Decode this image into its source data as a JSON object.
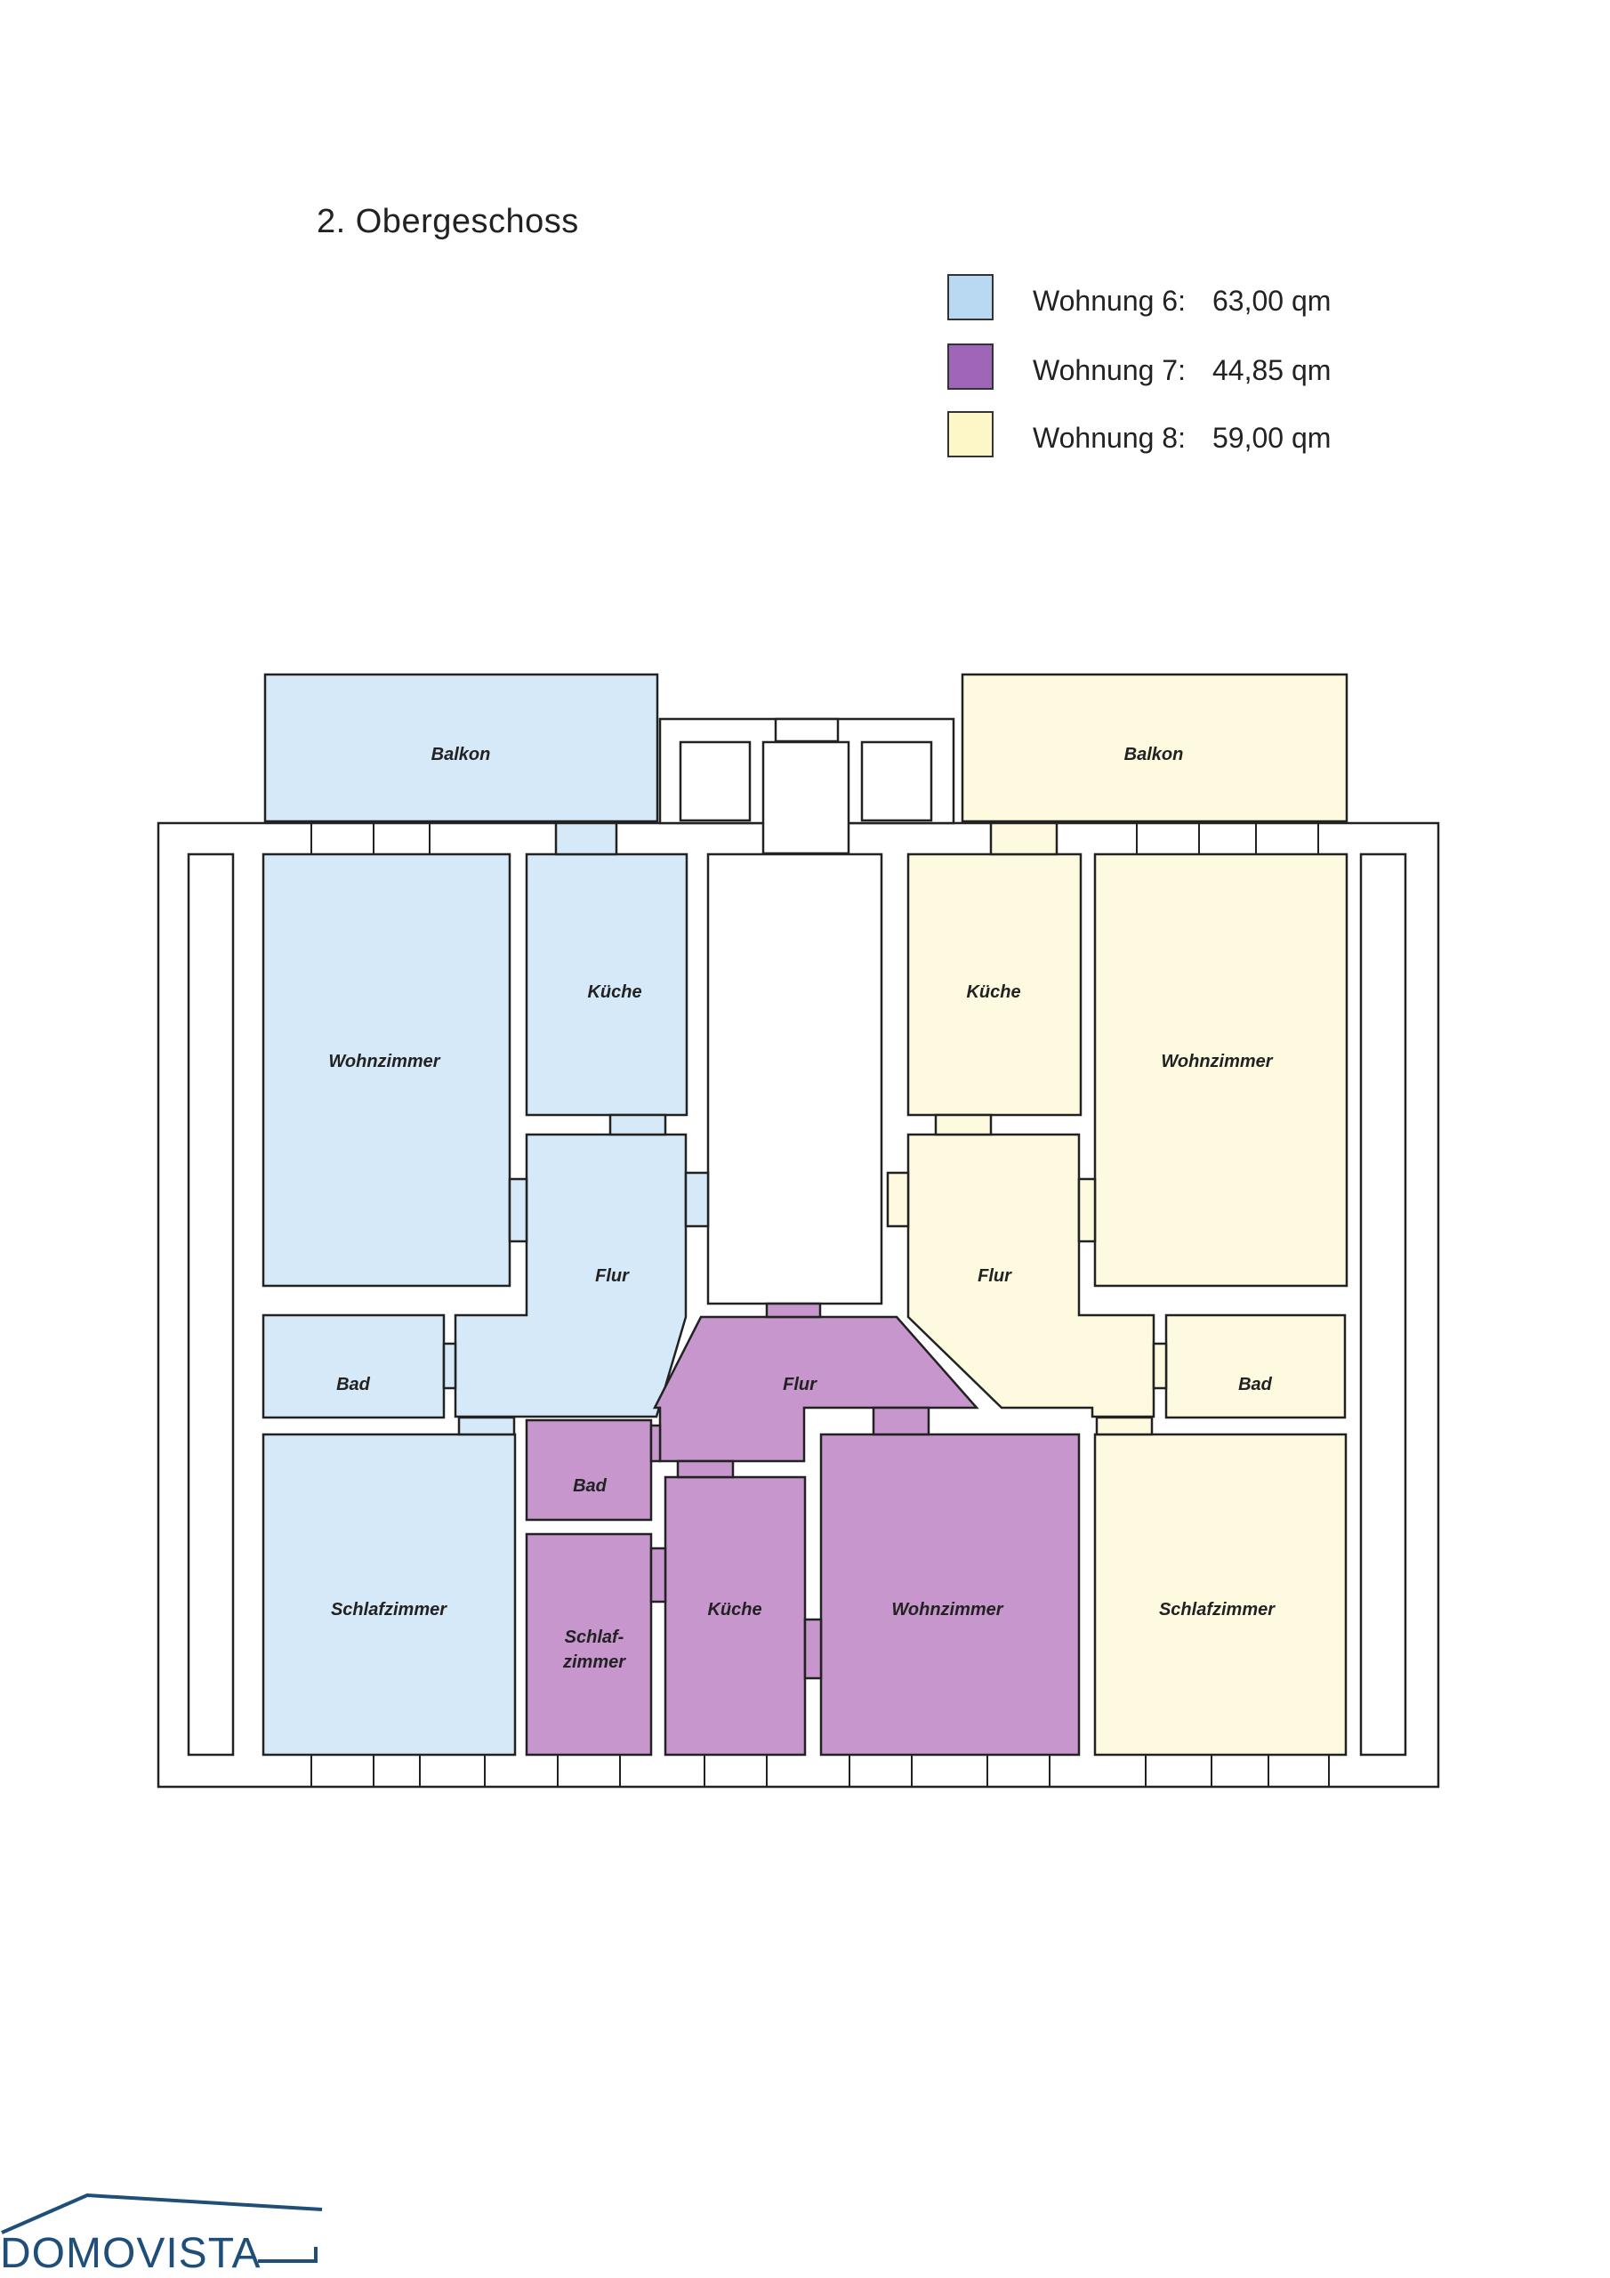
{
  "floor_title": "2. Obergeschoss",
  "legend": [
    {
      "name": "Wohnung 6:",
      "area": "63,00 qm",
      "color": "#b9d9f3"
    },
    {
      "name": "Wohnung 7:",
      "area": "44,85 qm",
      "color": "#9f66b8"
    },
    {
      "name": "Wohnung 8:",
      "area": "59,00 qm",
      "color": "#fdf6c7"
    }
  ],
  "plan_colors": {
    "wohnung6_fill": "#d6e9f8",
    "wohnung7_fill": "#c696cc",
    "wohnung8_fill": "#fefae0",
    "wall": "#ffffff",
    "line": "#222222"
  },
  "rooms": {
    "w6_balkon": "Balkon",
    "w6_kueche": "Küche",
    "w6_wohnzimmer": "Wohnzimmer",
    "w6_flur": "Flur",
    "w6_bad": "Bad",
    "w6_schlafzimmer": "Schlafzimmer",
    "w7_flur": "Flur",
    "w7_bad": "Bad",
    "w7_schlafzimmer_1": "Schlaf-",
    "w7_schlafzimmer_2": "zimmer",
    "w7_kueche": "Küche",
    "w7_wohnzimmer": "Wohnzimmer",
    "w8_balkon": "Balkon",
    "w8_kueche": "Küche",
    "w8_wohnzimmer": "Wohnzimmer",
    "w8_flur": "Flur",
    "w8_bad": "Bad",
    "w8_schlafzimmer": "Schlafzimmer"
  },
  "logo": {
    "part1": "DOMO",
    "part2": "VISTA"
  }
}
